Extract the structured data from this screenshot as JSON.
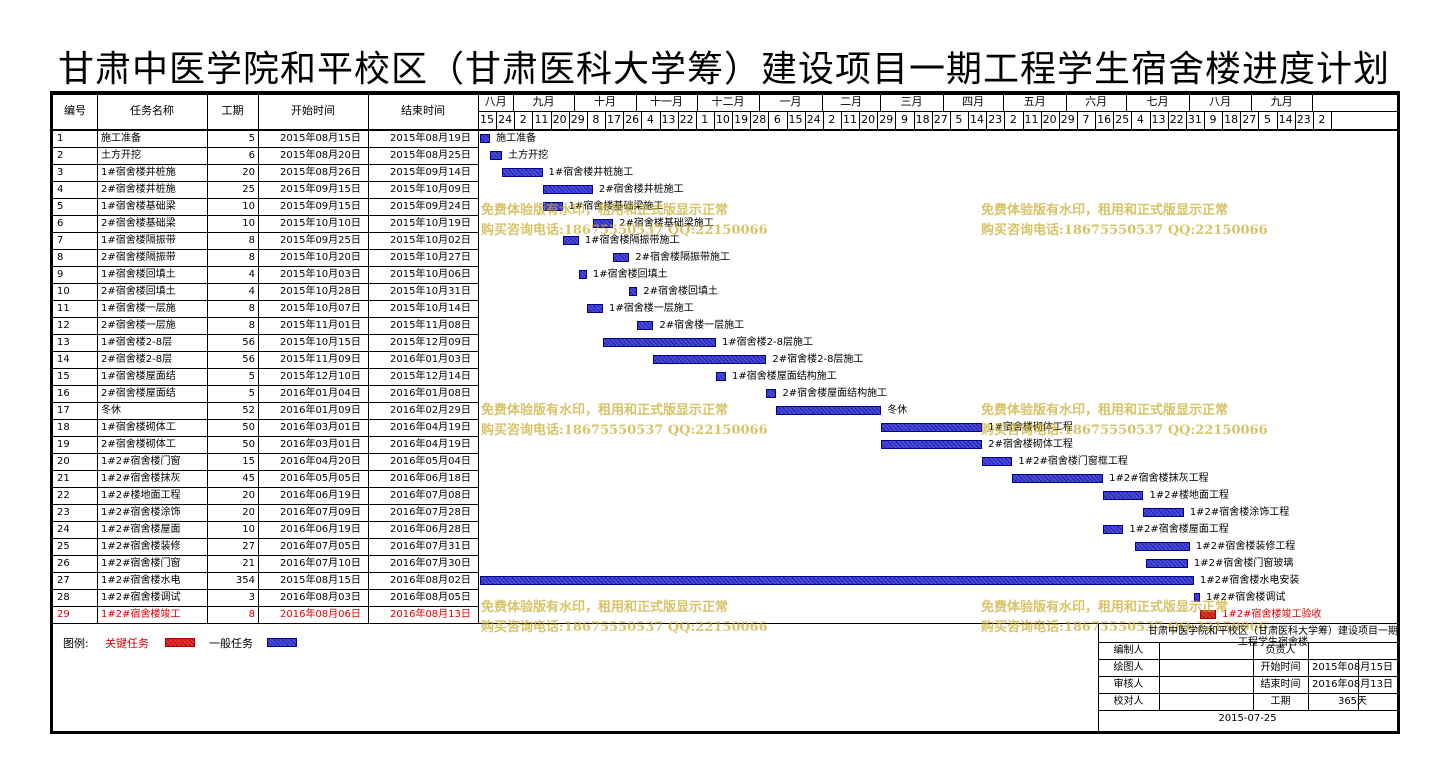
{
  "title": "甘肃中医学院和平校区（甘肃医科大学筹）建设项目一期工程学生宿舍楼进度计划",
  "headers": {
    "id": "编号",
    "name": "任务名称",
    "duration": "工期",
    "start": "开始时间",
    "end": "结束时间"
  },
  "months": [
    "八月",
    "九月",
    "十月",
    "十一月",
    "十二月",
    "一月",
    "二月",
    "三月",
    "四月",
    "五月",
    "六月",
    "七月",
    "八月",
    "九月"
  ],
  "days": [
    "15",
    "24",
    "2",
    "11",
    "20",
    "29",
    "8",
    "17",
    "26",
    "4",
    "13",
    "22",
    "1",
    "10",
    "19",
    "28",
    "6",
    "15",
    "24",
    "2",
    "11",
    "20",
    "29",
    "9",
    "18",
    "27",
    "5",
    "14",
    "23",
    "2",
    "11",
    "20",
    "29",
    "7",
    "16",
    "25",
    "4",
    "13",
    "22",
    "31",
    "9",
    "18",
    "27",
    "5",
    "14",
    "23",
    "2"
  ],
  "tasks": [
    {
      "id": "1",
      "name": "施工准备",
      "duration": "5",
      "start": "2015年08月15日",
      "end": "2015年08月19日",
      "label": "施工准备",
      "critical": false
    },
    {
      "id": "2",
      "name": "土方开挖",
      "duration": "6",
      "start": "2015年08月20日",
      "end": "2015年08月25日",
      "label": "土方开挖",
      "critical": false
    },
    {
      "id": "3",
      "name": "1#宿舍楼井桩施",
      "duration": "20",
      "start": "2015年08月26日",
      "end": "2015年09月14日",
      "label": "1#宿舍楼井桩施工",
      "critical": false
    },
    {
      "id": "4",
      "name": "2#宿舍楼井桩施",
      "duration": "25",
      "start": "2015年09月15日",
      "end": "2015年10月09日",
      "label": "2#宿舍楼井桩施工",
      "critical": false
    },
    {
      "id": "5",
      "name": "1#宿舍楼基础梁",
      "duration": "10",
      "start": "2015年09月15日",
      "end": "2015年09月24日",
      "label": "1#宿舍楼基础梁施工",
      "critical": false
    },
    {
      "id": "6",
      "name": "2#宿舍楼基础梁",
      "duration": "10",
      "start": "2015年10月10日",
      "end": "2015年10月19日",
      "label": "2#宿舍楼基础梁施工",
      "critical": false
    },
    {
      "id": "7",
      "name": "1#宿舍楼隔振带",
      "duration": "8",
      "start": "2015年09月25日",
      "end": "2015年10月02日",
      "label": "1#宿舍楼隔振带施工",
      "critical": false
    },
    {
      "id": "8",
      "name": "2#宿舍楼隔振带",
      "duration": "8",
      "start": "2015年10月20日",
      "end": "2015年10月27日",
      "label": "2#宿舍楼隔振带施工",
      "critical": false
    },
    {
      "id": "9",
      "name": "1#宿舍楼回填土",
      "duration": "4",
      "start": "2015年10月03日",
      "end": "2015年10月06日",
      "label": "1#宿舍楼回填土",
      "critical": false
    },
    {
      "id": "10",
      "name": "2#宿舍楼回填土",
      "duration": "4",
      "start": "2015年10月28日",
      "end": "2015年10月31日",
      "label": "2#宿舍楼回填土",
      "critical": false
    },
    {
      "id": "11",
      "name": "1#宿舍楼一层施",
      "duration": "8",
      "start": "2015年10月07日",
      "end": "2015年10月14日",
      "label": "1#宿舍楼一层施工",
      "critical": false
    },
    {
      "id": "12",
      "name": "2#宿舍楼一层施",
      "duration": "8",
      "start": "2015年11月01日",
      "end": "2015年11月08日",
      "label": "2#宿舍楼一层施工",
      "critical": false
    },
    {
      "id": "13",
      "name": "1#宿舍楼2-8层",
      "duration": "56",
      "start": "2015年10月15日",
      "end": "2015年12月09日",
      "label": "1#宿舍楼2-8层施工",
      "critical": false
    },
    {
      "id": "14",
      "name": "2#宿舍楼2-8层",
      "duration": "56",
      "start": "2015年11月09日",
      "end": "2016年01月03日",
      "label": "2#宿舍楼2-8层施工",
      "critical": false
    },
    {
      "id": "15",
      "name": "1#宿舍楼屋面结",
      "duration": "5",
      "start": "2015年12月10日",
      "end": "2015年12月14日",
      "label": "1#宿舍楼屋面结构施工",
      "critical": false
    },
    {
      "id": "16",
      "name": "2#宿舍楼屋面结",
      "duration": "5",
      "start": "2016年01月04日",
      "end": "2016年01月08日",
      "label": "2#宿舍楼屋面结构施工",
      "critical": false
    },
    {
      "id": "17",
      "name": "冬休",
      "duration": "52",
      "start": "2016年01月09日",
      "end": "2016年02月29日",
      "label": "冬休",
      "critical": false
    },
    {
      "id": "18",
      "name": "1#宿舍楼砌体工",
      "duration": "50",
      "start": "2016年03月01日",
      "end": "2016年04月19日",
      "label": "1#宿舍楼砌体工程",
      "critical": false
    },
    {
      "id": "19",
      "name": "2#宿舍楼砌体工",
      "duration": "50",
      "start": "2016年03月01日",
      "end": "2016年04月19日",
      "label": "2#宿舍楼砌体工程",
      "critical": false
    },
    {
      "id": "20",
      "name": "1#2#宿舍楼门窗",
      "duration": "15",
      "start": "2016年04月20日",
      "end": "2016年05月04日",
      "label": "1#2#宿舍楼门窗框工程",
      "critical": false
    },
    {
      "id": "21",
      "name": "1#2#宿舍楼抹灰",
      "duration": "45",
      "start": "2016年05月05日",
      "end": "2016年06月18日",
      "label": "1#2#宿舍楼抹灰工程",
      "critical": false
    },
    {
      "id": "22",
      "name": "1#2#楼地面工程",
      "duration": "20",
      "start": "2016年06月19日",
      "end": "2016年07月08日",
      "label": "1#2#楼地面工程",
      "critical": false
    },
    {
      "id": "23",
      "name": "1#2#宿舍楼涂饰",
      "duration": "20",
      "start": "2016年07月09日",
      "end": "2016年07月28日",
      "label": "1#2#宿舍楼涂饰工程",
      "critical": false
    },
    {
      "id": "24",
      "name": "1#2#宿舍楼屋面",
      "duration": "10",
      "start": "2016年06月19日",
      "end": "2016年06月28日",
      "label": "1#2#宿舍楼屋面工程",
      "critical": false
    },
    {
      "id": "25",
      "name": "1#2#宿舍楼装修",
      "duration": "27",
      "start": "2016年07月05日",
      "end": "2016年07月31日",
      "label": "1#2#宿舍楼装修工程",
      "critical": false
    },
    {
      "id": "26",
      "name": "1#2#宿舍楼门窗",
      "duration": "21",
      "start": "2016年07月10日",
      "end": "2016年07月30日",
      "label": "1#2#宿舍楼门窗玻璃",
      "critical": false
    },
    {
      "id": "27",
      "name": "1#2#宿舍楼水电",
      "duration": "354",
      "start": "2015年08月15日",
      "end": "2016年08月02日",
      "label": "1#2#宿舍楼水电安装",
      "critical": false
    },
    {
      "id": "28",
      "name": "1#2#宿舍楼调试",
      "duration": "3",
      "start": "2016年08月03日",
      "end": "2016年08月05日",
      "label": "1#2#宿舍楼调试",
      "critical": false
    },
    {
      "id": "29",
      "name": "1#2#宿舍楼竣工",
      "duration": "8",
      "start": "2016年08月06日",
      "end": "2016年08月13日",
      "label": "1#2#宿舍楼竣工验收",
      "critical": true
    }
  ],
  "watermark": {
    "line1": "免费体验版有水印，租用和正式版显示正常",
    "line2": "购买咨询电话:18675550537 QQ:22150066"
  },
  "legend": {
    "label": "图例:",
    "critical": "关键任务",
    "normal": "一般任务"
  },
  "titleblock": {
    "project": "甘肃中医学院和平校区（甘肃医科大学筹）建设项目一期工程学生宿舍楼",
    "editor_label": "编制人",
    "owner_label": "负责人",
    "drawer_label": "绘图人",
    "start_label": "开始时间",
    "start_value": "2015年08月15日",
    "reviewer_label": "审核人",
    "end_label": "结束时间",
    "end_value": "2016年08月13日",
    "checker_label": "校对人",
    "duration_label": "工期",
    "duration_value": "365天",
    "date": "2015-07-25"
  },
  "colors": {
    "normal_bar": "#3a3ac8",
    "critical_bar": "#d42020",
    "critical_text": "#e00000",
    "watermark": "#c8aa28"
  }
}
